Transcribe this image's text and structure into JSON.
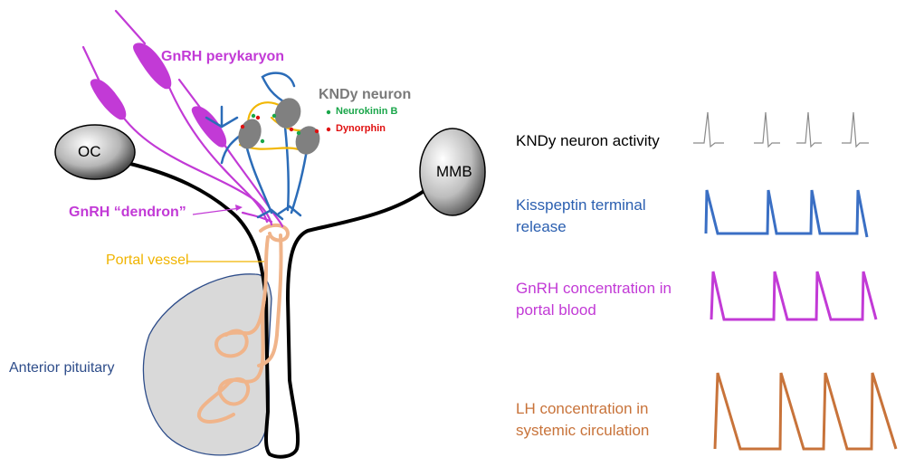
{
  "anatomy": {
    "oc": "OC",
    "mmb": "MMB",
    "gnrh_perikaryon": "GnRH perykaryon",
    "kndy_neuron": "KNDy neuron",
    "neurokinin_b": "Neurokinin B",
    "dynorphin": "Dynorphin",
    "gnrh_dendron": "GnRH “dendron”",
    "portal_vessel": "Portal vessel",
    "anterior_pituitary": "Anterior pituitary"
  },
  "traces": {
    "kndy_activity": {
      "label": "KNDy neuron activity",
      "color": "#8a8a8a"
    },
    "kisspeptin_release": {
      "line1": "Kisspeptin terminal",
      "line2": "release",
      "color": "#3a6fc4"
    },
    "gnrh_portal": {
      "line1": "GnRH concentration in",
      "line2": "portal blood",
      "color": "#c23ad6"
    },
    "lh_systemic": {
      "line1": "LH concentration in",
      "line2": "systemic circulation",
      "color": "#c8733a"
    }
  },
  "colors": {
    "gnrh": "#c23ad6",
    "kndy_body": "#808080",
    "kndy_fiber": "#2b6cb8",
    "kndy_loop": "#f2b705",
    "portal": "#f0b48a",
    "pituitary_fill": "#d9d9d9",
    "pituitary_outline": "#2e4d8a",
    "neurokinin_dot": "#1aa64a",
    "dynorphin_dot": "#e01010",
    "portal_label": "#f0b400",
    "pituitary_label": "#2e4d8a"
  }
}
